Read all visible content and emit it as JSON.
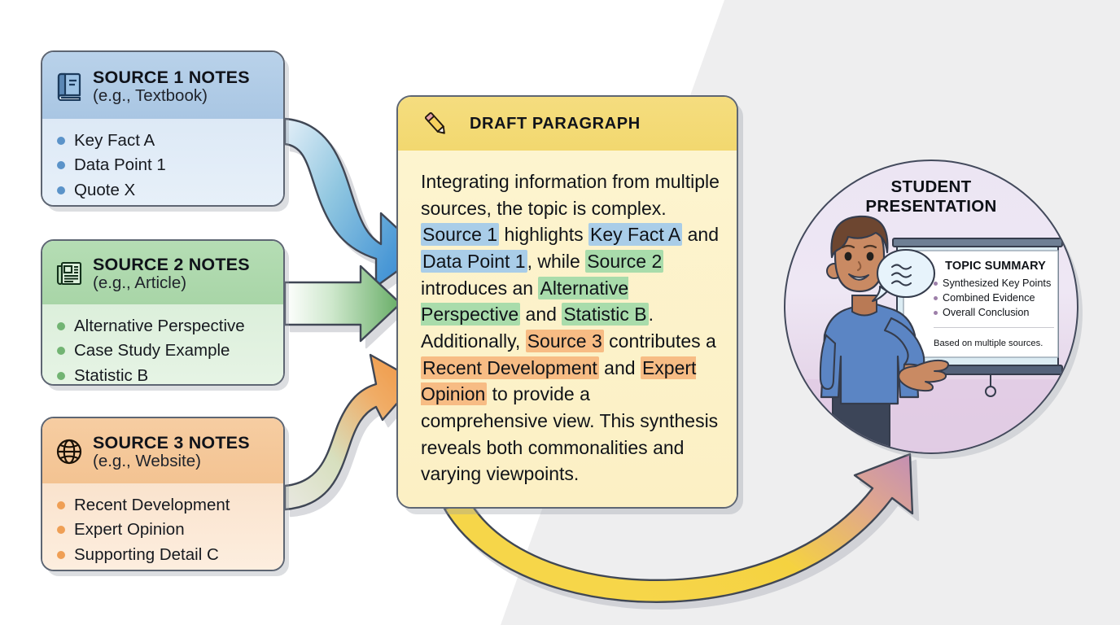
{
  "background": {
    "left_color": "#ffffff",
    "right_color": "#eeeeef"
  },
  "sources": [
    {
      "id": "source1",
      "icon": "book-icon",
      "title": "SOURCE 1 NOTES",
      "subtitle": "(e.g., Textbook)",
      "accent": "#5b93c9",
      "header_color": "#aec9e6",
      "body_color": "#e2ecf7",
      "bullets": [
        "Key Fact A",
        "Data Point 1",
        "Quote X"
      ]
    },
    {
      "id": "source2",
      "icon": "newspaper-icon",
      "title": "SOURCE 2 NOTES",
      "subtitle": "(e.g., Article)",
      "accent": "#72b473",
      "header_color": "#abd7aa",
      "body_color": "#e1f1e0",
      "bullets": [
        "Alternative Perspective",
        "Case Study Example",
        "Statistic B"
      ]
    },
    {
      "id": "source3",
      "icon": "globe-icon",
      "title": "SOURCE 3 NOTES",
      "subtitle": "(e.g., Website)",
      "accent": "#ef9f55",
      "header_color": "#f4c695",
      "body_color": "#fbe8d6",
      "bullets": [
        "Recent Development",
        "Expert Opinion",
        "Supporting Detail C"
      ]
    }
  ],
  "draft": {
    "icon": "pencil-icon",
    "title": "DRAFT PARAGRAPH",
    "header_color": "#f3d974",
    "body_color": "#fcf2c9",
    "paragraph_segments": [
      {
        "text": "Integrating information from multiple sources, the topic is complex. ",
        "highlight": "none"
      },
      {
        "text": "Source 1",
        "highlight": "blue"
      },
      {
        "text": " highlights ",
        "highlight": "none"
      },
      {
        "text": "Key Fact A",
        "highlight": "blue"
      },
      {
        "text": " and ",
        "highlight": "none"
      },
      {
        "text": "Data Point 1",
        "highlight": "blue"
      },
      {
        "text": ", while ",
        "highlight": "none"
      },
      {
        "text": "Source 2",
        "highlight": "green"
      },
      {
        "text": " introduces an ",
        "highlight": "none"
      },
      {
        "text": "Alternative Perspective",
        "highlight": "green"
      },
      {
        "text": " and ",
        "highlight": "none"
      },
      {
        "text": "Statistic B",
        "highlight": "green"
      },
      {
        "text": ". Additionally, ",
        "highlight": "none"
      },
      {
        "text": "Source 3",
        "highlight": "orange"
      },
      {
        "text": " contributes a ",
        "highlight": "none"
      },
      {
        "text": "Recent Development",
        "highlight": "orange"
      },
      {
        "text": " and ",
        "highlight": "none"
      },
      {
        "text": "Expert Opinion",
        "highlight": "orange"
      },
      {
        "text": " to provide a comprehensive view. This synthesis reveals both commonalities and varying viewpoints.",
        "highlight": "none"
      }
    ],
    "highlight_colors": {
      "blue": "#a9cde8",
      "green": "#a9dcab",
      "orange": "#f7bc84"
    }
  },
  "presentation": {
    "title_line1": "STUDENT",
    "title_line2": "PRESENTATION",
    "circle_color_top": "#ece5f3",
    "circle_color_bottom": "#e3d0e7",
    "slide": {
      "title": "TOPIC SUMMARY",
      "bullets": [
        "Synthesized Key Points",
        "Combined Evidence",
        "Overall Conclusion"
      ],
      "footnote": "Based on multiple sources."
    },
    "student": {
      "shirt_color": "#5b85c4",
      "hair_color": "#6d4630",
      "skin_color": "#c98a63",
      "speech_bubble": "speech-bubble-icon"
    }
  },
  "arrows": [
    {
      "id": "arrow-source1-to-draft",
      "from": "source1",
      "to": "draft",
      "color_start": "#dceaf5",
      "color_end": "#3d8fd4",
      "shape": "curved-down"
    },
    {
      "id": "arrow-source2-to-draft",
      "from": "source2",
      "to": "draft",
      "color_start": "#ffffff",
      "color_end": "#6fb46e",
      "shape": "straight"
    },
    {
      "id": "arrow-source3-to-draft",
      "from": "source3",
      "to": "draft",
      "color_start": "#e6e6e0",
      "color_end": "#f09440",
      "shape": "curved-up"
    },
    {
      "id": "arrow-draft-to-presentation",
      "from": "draft",
      "to": "presentation",
      "color_start": "#f5d33f",
      "color_end": "#b07ed0",
      "shape": "sweep-up"
    }
  ]
}
